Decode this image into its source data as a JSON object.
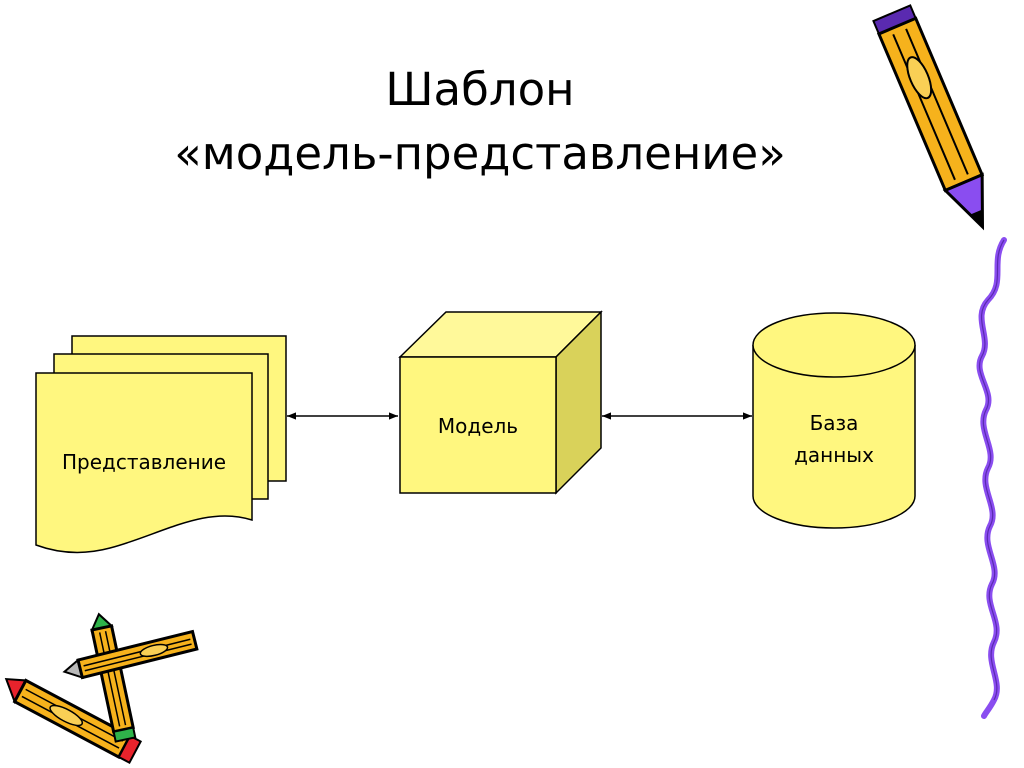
{
  "title": {
    "line1": "Шаблон",
    "line2": "«модель-представление»"
  },
  "nodes": {
    "view": {
      "label": "Представление"
    },
    "model": {
      "label": "Модель"
    },
    "database": {
      "line1": "База",
      "line2": "данных"
    }
  },
  "edges": [
    {
      "from": "view",
      "to": "model",
      "direction": "both"
    },
    {
      "from": "model",
      "to": "database",
      "direction": "both"
    }
  ],
  "colors": {
    "shape_fill": "#FFF77F",
    "shape_side": "#D9D25A",
    "shape_top": "#FFF99A",
    "outline": "#000000",
    "squiggle": "#8A4DF0",
    "pencil_body": "#F6B21C",
    "pencil_tip_purple": "#8A4DF0",
    "pencil_tip_red": "#E8232C",
    "pencil_tip_green": "#2FB34A"
  },
  "decorations": [
    "pencil-icon",
    "crossed-pencils-icon",
    "wavy-line"
  ]
}
